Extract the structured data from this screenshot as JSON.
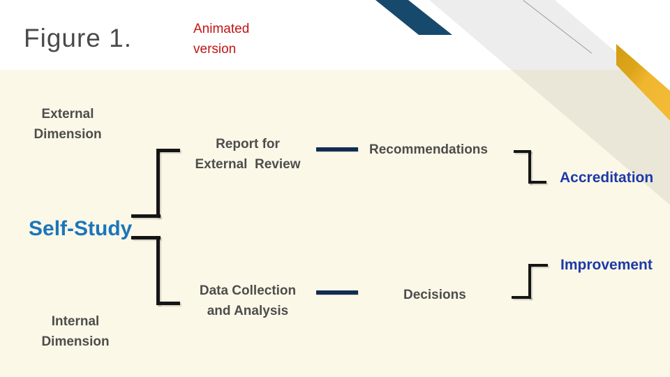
{
  "slide": {
    "title": "Figure 1.",
    "annotation": "Animated\nversion",
    "colors": {
      "background_cream": "#FCF8E7",
      "top_band_white": "#FFFFFF",
      "navy_stripe": "#17496D",
      "gold_stripe_dark": "#D8A214",
      "gold_stripe_bright": "#F2B930",
      "connector_black": "#151515",
      "dash_navy": "#102C52",
      "body_text_gray": "#4D4D4D",
      "self_study_blue": "#1B75BC",
      "outcome_blue": "#1D39A8",
      "annotation_red": "#C21414",
      "title_gray": "#4A4A4A"
    },
    "diagram": {
      "external_dimension_label": "External\nDimension",
      "internal_dimension_label": "Internal\nDimension",
      "self_study": "Self-Study",
      "report": "Report for\nExternal  Review",
      "recommendations": "Recommendations",
      "accreditation": "Accreditation",
      "data_collection": "Data Collection\nand Analysis",
      "decisions": "Decisions",
      "improvement": "Improvement"
    }
  }
}
